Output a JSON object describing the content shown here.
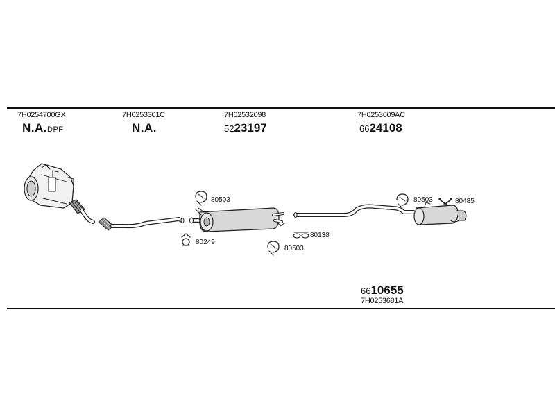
{
  "groups": [
    {
      "part_number": "7H0254700GX",
      "label": "N.A.",
      "label_suffix": "DPF"
    },
    {
      "part_number": "7H0253301C",
      "label": "N.A."
    },
    {
      "part_number": "7H02532098",
      "code_prefix": "52",
      "code_main": "23197"
    },
    {
      "part_number": "7H0253609AC",
      "code_prefix": "66",
      "code_main": "24108"
    }
  ],
  "bottom": {
    "code_prefix": "66",
    "code_main": "10655",
    "part_number": "7H0253681A"
  },
  "parts": {
    "clamp_a": "80503",
    "clamp_b": "80249",
    "clamp_c": "80503",
    "hanger": "80138",
    "clamp_d": "80503",
    "bracket": "80485"
  }
}
